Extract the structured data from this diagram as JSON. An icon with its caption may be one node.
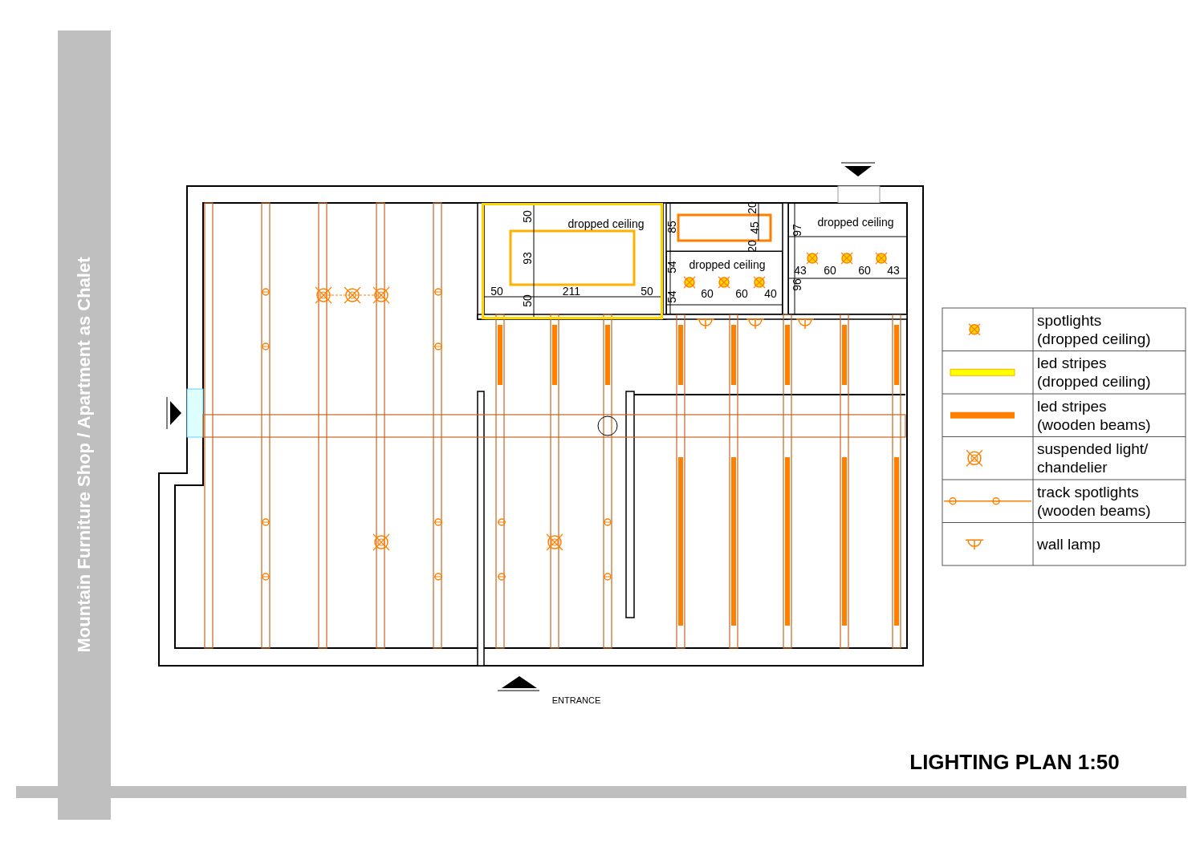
{
  "diagram": {
    "title": "LIGHTING PLAN 1:50",
    "nodes": [
      {
        "text": [
          "dropped ceiling"
        ]
      },
      {
        "text": [
          "dropped ceiling"
        ]
      },
      {
        "text": [
          "dropped ceiling"
        ]
      }
    ],
    "labels": [
      "Mountain Furniture Shop / Apartment as Chalet",
      "50",
      "93",
      "50",
      "50",
      "211",
      "50",
      "85",
      "20",
      "45",
      "20",
      "54",
      "54",
      "60",
      "60",
      "40",
      "97",
      "43",
      "60",
      "60",
      "43",
      "96",
      "ENTRANCE"
    ],
    "legend": [
      {
        "text": "spotlights (dropped ceiling)"
      },
      {
        "text": "led stripes (dropped ceiling)",
        "color": "#ffff00"
      },
      {
        "text": "led stripes (wooden beams)",
        "color": "#ff7f00"
      },
      {
        "text": "suspended light/ chandelier"
      },
      {
        "text": "track spotlights (wooden beams)"
      },
      {
        "text": "wall lamp"
      }
    ]
  }
}
